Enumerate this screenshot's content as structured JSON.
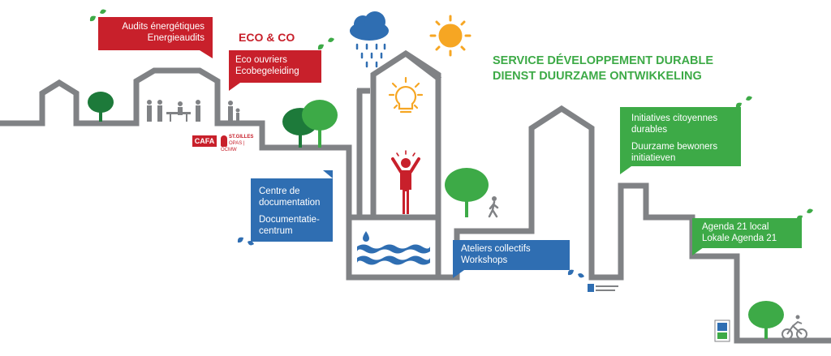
{
  "header": {
    "title_fr": "SERVICE DÉVELOPPEMENT DURABLE",
    "title_nl": "DIENST DUURZAME ONTWIKKELING"
  },
  "bubbles": {
    "audits": {
      "fr": "Audits énergétiques",
      "nl": "Energieaudits"
    },
    "eco_title": "ECO & CO",
    "eco": {
      "fr": "Eco ouvriers",
      "nl": "Ecobegeleiding"
    },
    "documentation": {
      "fr1": "Centre de",
      "fr2": "documentation",
      "nl1": "Documentatie-",
      "nl2": "centrum"
    },
    "workshops": {
      "fr": "Ateliers collectifs",
      "nl": "Workshops"
    },
    "initiatives": {
      "fr1": "Initiatives citoyennes",
      "fr2": "durables",
      "nl1": "Duurzame bewoners",
      "nl2": "initiatieven"
    },
    "agenda": {
      "fr": "Agenda 21 local",
      "nl": "Lokale Agenda 21"
    }
  },
  "logos": {
    "cafa": "CAFA",
    "stgilles1": "ST.GILLES",
    "stgilles2": "OPAS | OCMW"
  },
  "colors": {
    "red": "#c8202b",
    "blue": "#2f6eb2",
    "green": "#3daa47",
    "line": "#808285",
    "sun": "#f6a623",
    "cloud": "#2f6eb2"
  },
  "icons": [
    "tree-icon",
    "people-icon",
    "cloud-rain-icon",
    "sun-icon",
    "lightbulb-icon",
    "person-raised-arms-icon",
    "walker-icon",
    "cyclist-icon",
    "water-icon",
    "leaf-icon"
  ]
}
